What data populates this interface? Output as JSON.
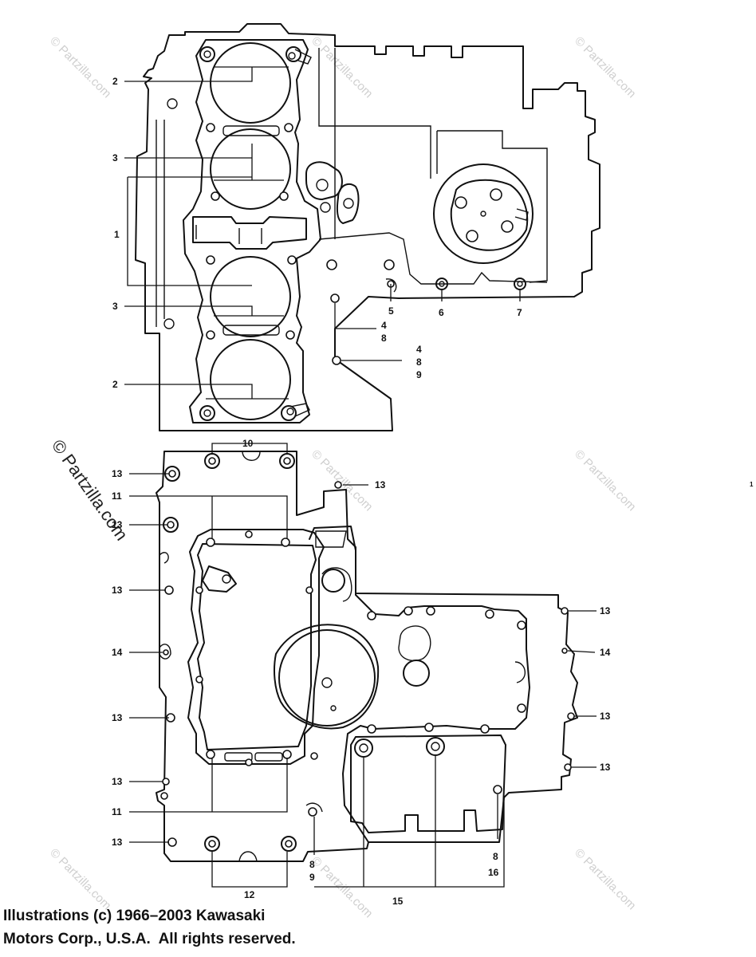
{
  "callouts": [
    "1",
    "2",
    "3",
    "4",
    "5",
    "6",
    "7",
    "8",
    "9",
    "10",
    "11",
    "12",
    "13",
    "14",
    "15",
    "16"
  ],
  "watermark": "© Partzilla.com",
  "stray_mark": "1",
  "copyright": {
    "line1": "Illustrations (c) 1966–2003 Kawasaki",
    "line2": "Motors Corp., U.S.A.  All rights reserved."
  }
}
